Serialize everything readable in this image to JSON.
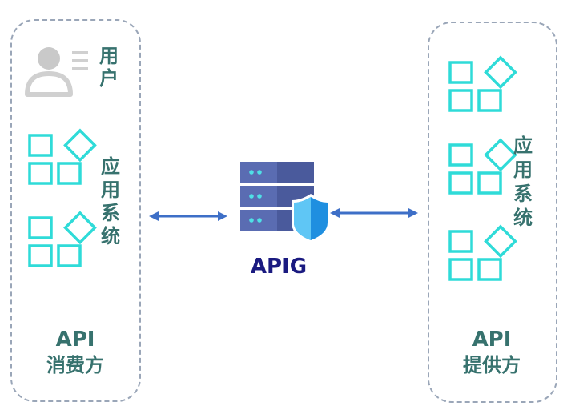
{
  "diagram": {
    "left": {
      "user_label": [
        "用",
        "户"
      ],
      "app_label": [
        "应",
        "用",
        "系",
        "统"
      ],
      "role_line1": "API",
      "role_line2": "消费方",
      "icons": [
        "user-icon",
        "app-blocks-icon"
      ]
    },
    "center": {
      "gateway_label": "APIG",
      "icons": [
        "server-icon",
        "shield-icon"
      ]
    },
    "right": {
      "app_label": [
        "应",
        "用",
        "系",
        "统"
      ],
      "role_line1": "API",
      "role_line2": "提供方",
      "icons": [
        "app-blocks-icon"
      ]
    },
    "colors": {
      "blocks": "#2fdbd8",
      "text": "#37726e",
      "gateway_text": "#1a1a80",
      "arrow": "#3e6fc7",
      "panel_border": "#9aa6b8",
      "server": "#4a5a9c",
      "shield": "#1f8fe0"
    }
  }
}
